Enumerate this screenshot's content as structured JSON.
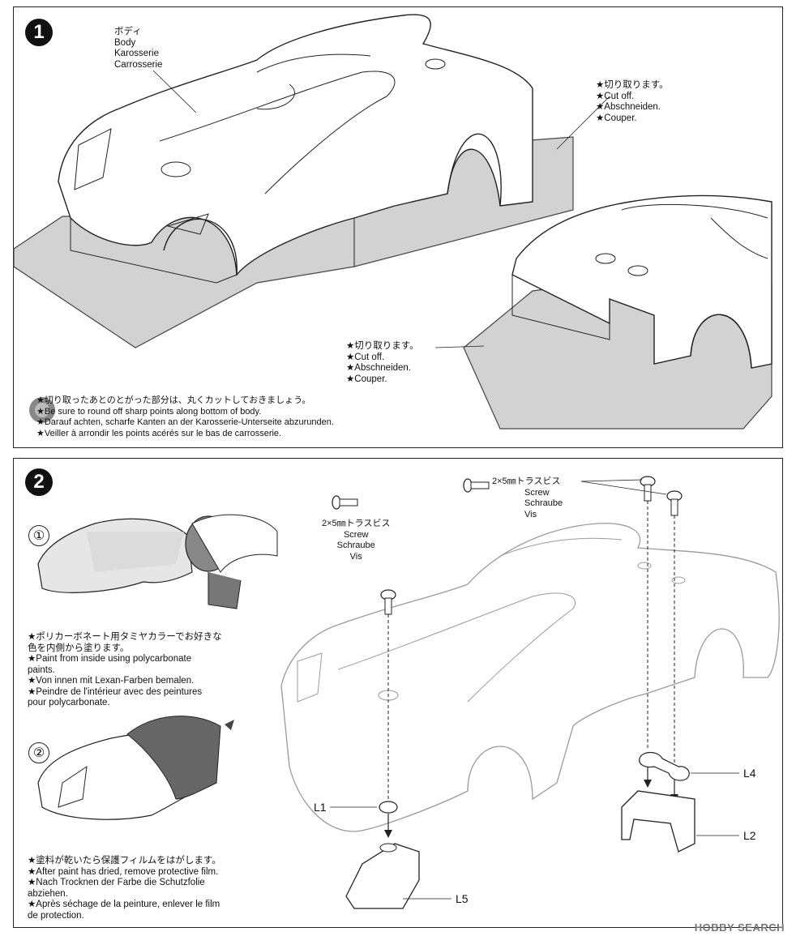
{
  "step1": {
    "number": "1",
    "body_label": [
      "ボディ",
      "Body",
      "Karosserie",
      "Carrosserie"
    ],
    "cutoff_top": [
      "★切り取ります。",
      "★Cut off.",
      "★Abschneiden.",
      "★Couper."
    ],
    "cutoff_bottom": [
      "★切り取ります。",
      "★Cut off.",
      "★Abschneiden.",
      "★Couper."
    ],
    "round_note": [
      "★切り取ったあとのとがった部分は、丸くカットしておきましょう。",
      "★Be sure to round off sharp points along bottom of body.",
      "★Darauf achten, scharfe Kanten an der Karosserie-Unterseite abzurunden.",
      "★Veiller à arrondir les points acérés sur le bas de carrosserie."
    ]
  },
  "step2": {
    "number": "2",
    "sub1_number": "①",
    "sub2_number": "②",
    "paint_note": [
      "★ポリカーボネート用タミヤカラーでお好きな",
      "色を内側から塗ります。",
      "★Paint from inside using polycarbonate",
      "paints.",
      "★Von innen mit Lexan-Farben bemalen.",
      "★Peindre de l'intérieur avec des peintures",
      "pour polycarbonate."
    ],
    "film_note": [
      "★塗料が乾いたら保護フィルムをはがします。",
      "★After paint has dried, remove protective film.",
      "★Nach Trocknen der Farbe die Schutzfolie",
      "abziehen.",
      "★Après séchage de la peinture, enlever le film",
      "de protection."
    ],
    "screw_left": [
      "2×5㎜トラスビス",
      "Screw",
      "Schraube",
      "Vis"
    ],
    "screw_right": [
      "2×5㎜トラスビス",
      "Screw",
      "Schraube",
      "Vis"
    ],
    "parts": {
      "l1": "L1",
      "l2": "L2",
      "l4": "L4",
      "l5": "L5"
    }
  },
  "watermark": "HOBBY SEARCH"
}
